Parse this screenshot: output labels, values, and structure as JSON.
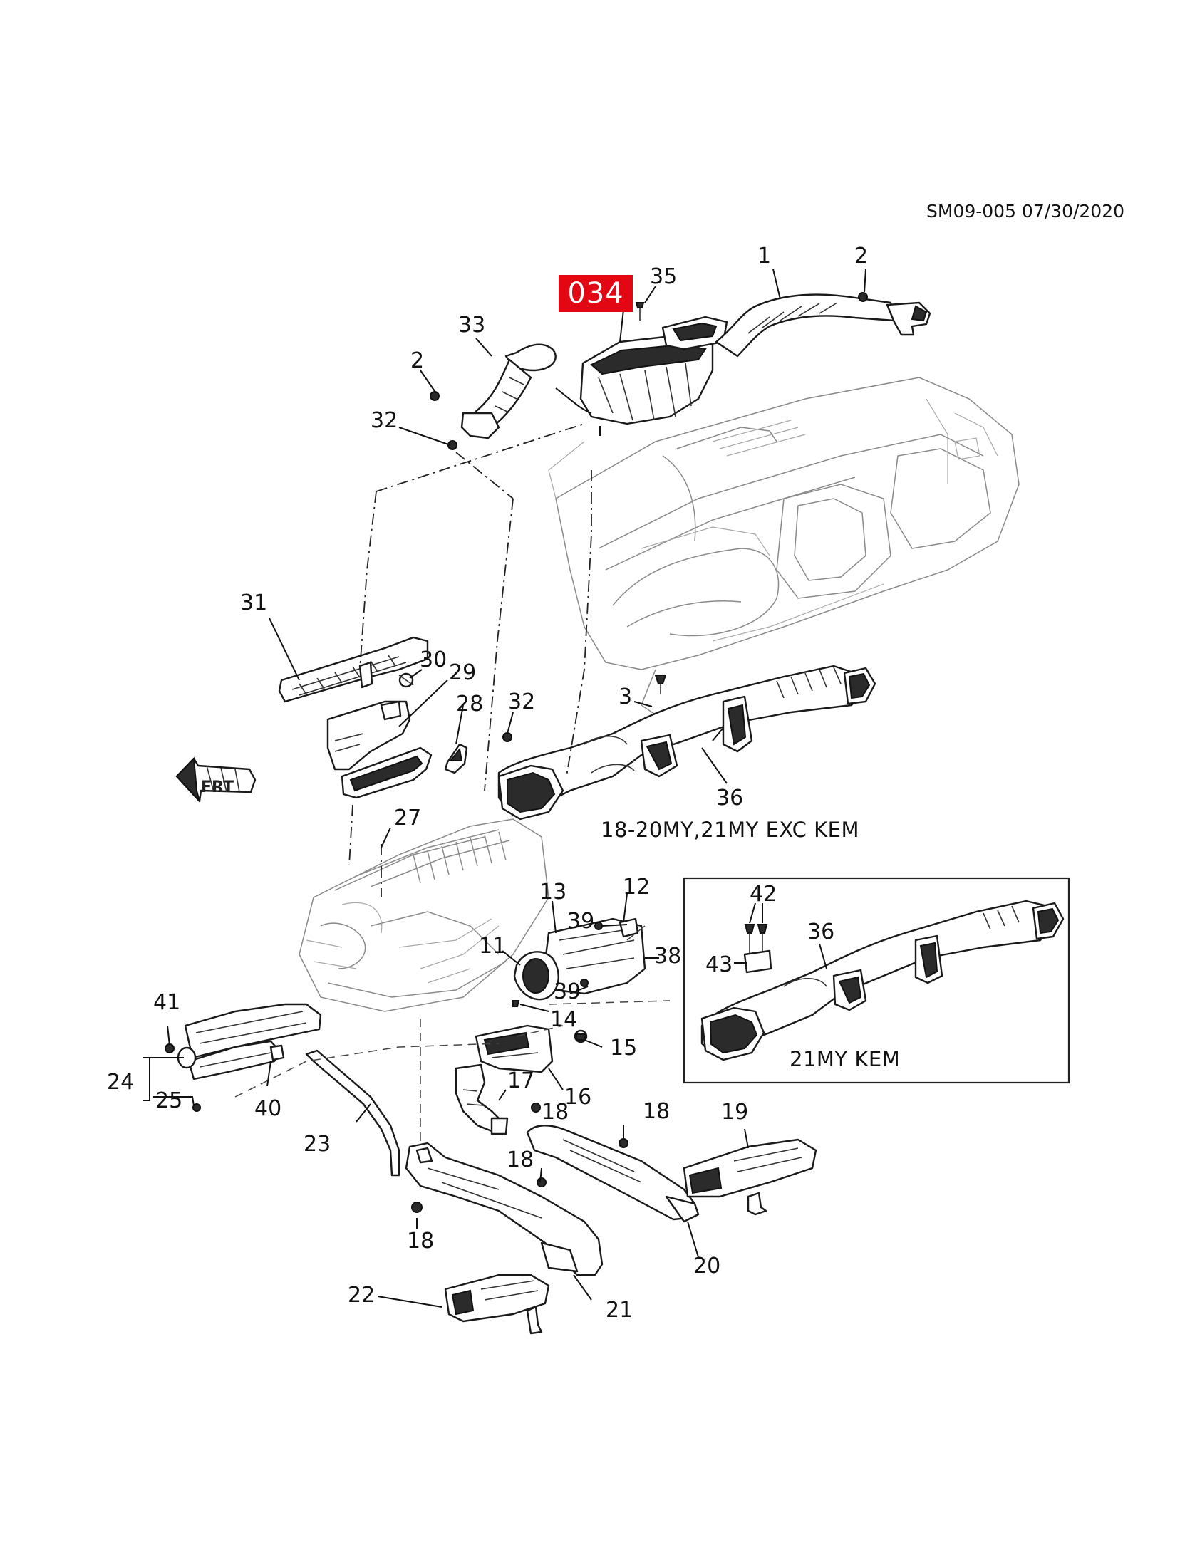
{
  "reference": "SM09-005 07/30/2020",
  "highlight_code": "034",
  "captions": {
    "main_variant": "18-20MY,21MY EXC KEM",
    "inset_variant": "21MY KEM"
  },
  "orientation_marker": "FRT",
  "callouts": {
    "n1": "1",
    "n2a": "2",
    "n2b": "2",
    "n3": "3",
    "n11": "11",
    "n12": "12",
    "n13": "13",
    "n14": "14",
    "n15": "15",
    "n16": "16",
    "n17": "17",
    "n18a": "18",
    "n18b": "18",
    "n18c": "18",
    "n18d": "18",
    "n19": "19",
    "n20": "20",
    "n21": "21",
    "n22": "22",
    "n23": "23",
    "n24": "24",
    "n25": "25",
    "n27": "27",
    "n28": "28",
    "n29": "29",
    "n30": "30",
    "n31": "31",
    "n32a": "32",
    "n32b": "32",
    "n33": "33",
    "n35": "35",
    "n36a": "36",
    "n36b": "36",
    "n38": "38",
    "n39a": "39",
    "n39b": "39",
    "n40": "40",
    "n41": "41",
    "n42": "42",
    "n43": "43"
  }
}
